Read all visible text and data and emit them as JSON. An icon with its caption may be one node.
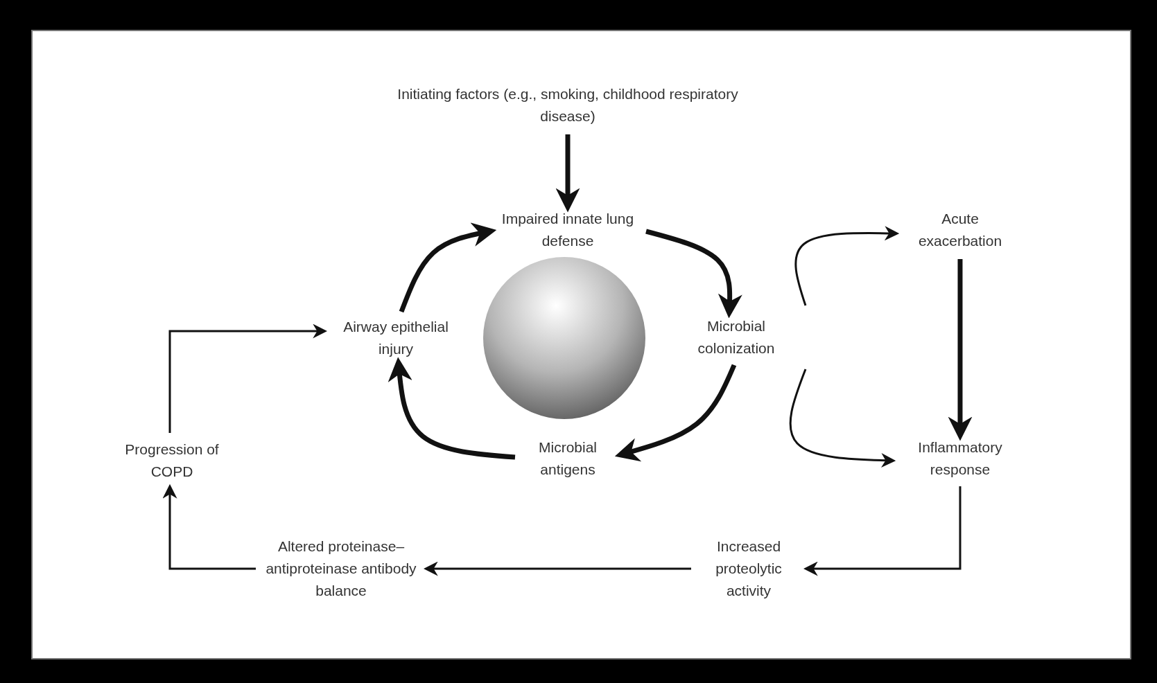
{
  "diagram": {
    "nodes": [
      {
        "text": [
          "Initiating factors (e.g., smoking, childhood respiratory disease)"
        ]
      },
      {
        "text": [
          "Impaired innate lung defense"
        ]
      },
      {
        "text": [
          "Microbial colonization"
        ]
      },
      {
        "text": [
          "Microbial antigens"
        ]
      },
      {
        "text": [
          "Airway epithelial injury"
        ]
      },
      {
        "text": [
          "Acute exacerbation"
        ]
      },
      {
        "text": [
          "Inflammatory response"
        ]
      },
      {
        "text": [
          "Increased proteolytic activity"
        ]
      },
      {
        "text": [
          "Altered proteinase–antiproteinase antibody balance"
        ]
      },
      {
        "text": [
          "Progression of COPD"
        ]
      }
    ],
    "edges": [
      {
        "from": 0,
        "to": 1,
        "arrow": "to",
        "style": "thick"
      },
      {
        "from": 1,
        "to": 2,
        "arrow": "to",
        "style": "thick"
      },
      {
        "from": 2,
        "to": 3,
        "arrow": "to",
        "style": "thick"
      },
      {
        "from": 3,
        "to": 4,
        "arrow": "to",
        "style": "thick"
      },
      {
        "from": 4,
        "to": 1,
        "arrow": "to",
        "style": "thick"
      },
      {
        "from": 2,
        "to": 5,
        "arrow": "to"
      },
      {
        "from": 2,
        "to": 6,
        "arrow": "to"
      },
      {
        "from": 5,
        "to": 6,
        "arrow": "to",
        "style": "thick"
      },
      {
        "from": 6,
        "to": 7,
        "arrow": "to"
      },
      {
        "from": 7,
        "to": 8,
        "arrow": "to"
      },
      {
        "from": 8,
        "to": 9,
        "arrow": "to"
      },
      {
        "from": 9,
        "to": 4,
        "arrow": "to"
      }
    ]
  }
}
